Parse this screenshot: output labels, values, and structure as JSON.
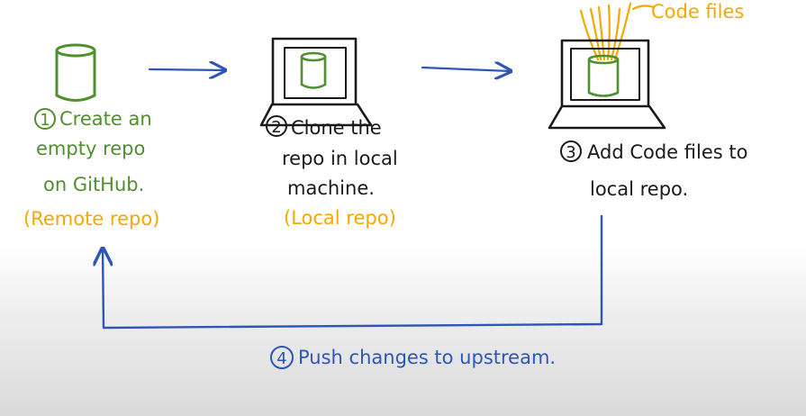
{
  "colors": {
    "green": "#4f8f2f",
    "black": "#1a1a1a",
    "orange": "#f2a900",
    "blue": "#2e55b8"
  },
  "step1": {
    "number": "1",
    "line1": "Create an",
    "line2": "empty repo",
    "line3": "on GitHub.",
    "tag": "(Remote repo)",
    "icon": "database-cylinder-icon"
  },
  "step2": {
    "number": "2",
    "line1": "Clone the",
    "line2": "repo in local",
    "line3": "machine.",
    "tag": "(Local repo)",
    "icon": "laptop-with-database-icon"
  },
  "step3": {
    "number": "3",
    "line1": "Add Code files to",
    "line2": "local repo.",
    "icon": "laptop-with-database-icon",
    "files_label": "Code files"
  },
  "step4": {
    "number": "4",
    "label": "Push changes to upstream."
  }
}
